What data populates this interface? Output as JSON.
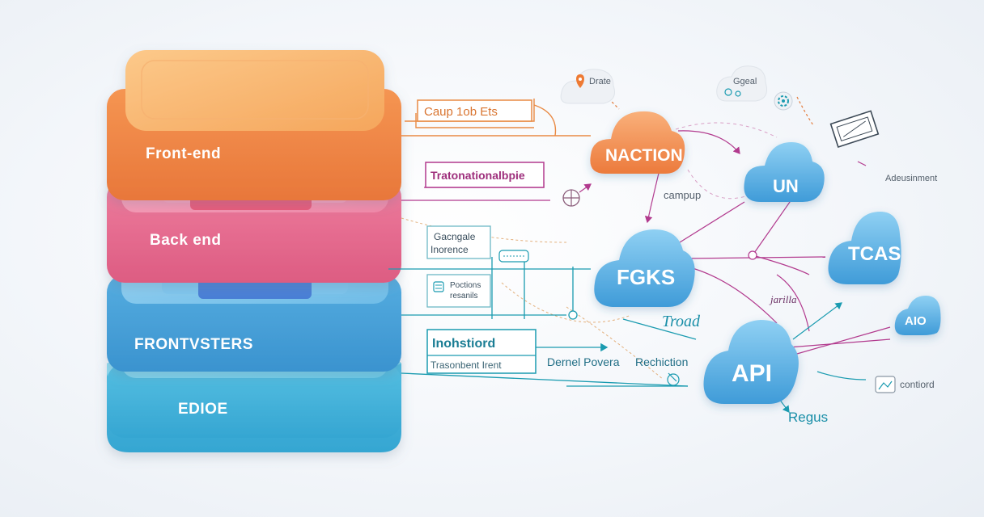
{
  "colors": {
    "orange": "#f08a45",
    "pink": "#ec6e92",
    "blue": "#3fa4da",
    "cyan": "#45b6dc",
    "magenta": "#b23a8e",
    "teal": "#1a9bb0",
    "cloud_orange": "#f0834a",
    "cloud_blue": "#4aa6dd"
  },
  "stack": {
    "layers": [
      {
        "label": "Front-end"
      },
      {
        "label": "Back end"
      },
      {
        "label": "FRONTVSTERS"
      },
      {
        "label": "EDIOE"
      }
    ]
  },
  "boxes": {
    "b1": "Caup 1ob Ets",
    "b2": "Tratonationalbpie",
    "b3_line1": "Gacngale",
    "b3_line2": "Inorence",
    "b4_line1": "Poctions",
    "b4_line2": "resanils",
    "b5": "Inohstiord",
    "b5_sub": "Trasonbent Irent"
  },
  "texts": {
    "dernel": "Dernel Povera",
    "rechiction": "Rechiction",
    "campup": "campup",
    "troad": "Troad",
    "jarilla": "jarilla",
    "adeument": "Adeusinment",
    "contiord": "contiord",
    "regus": "Regus",
    "drate": "Drate",
    "ggeal": "Ggeal"
  },
  "clouds": {
    "naction": "NACTION",
    "un": "UN",
    "fgks": "FGKS",
    "tcas": "TCAS",
    "api": "API",
    "aio": "AIO"
  },
  "icons": [
    "location-pin-icon",
    "code-icon",
    "settings-gear-icon",
    "monitor-icon",
    "crosshair-icon",
    "server-icon",
    "document-icon",
    "image-icon"
  ]
}
